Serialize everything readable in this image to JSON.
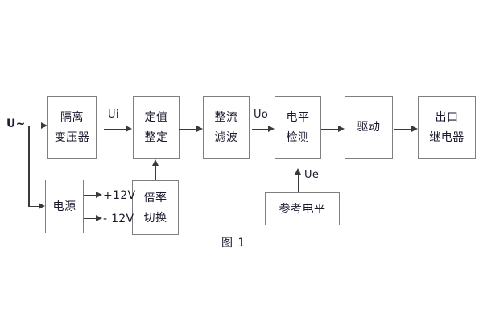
{
  "figure": {
    "caption": "图 1",
    "input_label": "U~",
    "colors": {
      "box_border": "#7f7f7f",
      "line": "#3a3a3a",
      "text": "#1a1a2e",
      "background": "#ffffff"
    }
  },
  "blocks": {
    "isolation_transformer": {
      "line1": "隔离",
      "line2": "变压器"
    },
    "setting_value": {
      "line1": "定值",
      "line2": "整定"
    },
    "rectify_filter": {
      "line1": "整流",
      "line2": "滤波"
    },
    "level_detect": {
      "line1": "电平",
      "line2": "检测"
    },
    "driver": {
      "line1": "驱动",
      "line2": ""
    },
    "output_relay": {
      "line1": "出口",
      "line2": "继电器"
    },
    "power_supply": {
      "line1": "电源",
      "line2": ""
    },
    "multiplier_switch": {
      "line1": "倍率",
      "line2": "切换"
    },
    "reference_level": {
      "line1": "参考电平",
      "line2": ""
    }
  },
  "signals": {
    "ui": "Ui",
    "uo": "Uo",
    "ue": "Ue",
    "v_pos": "+12V",
    "v_neg": "- 12V"
  }
}
